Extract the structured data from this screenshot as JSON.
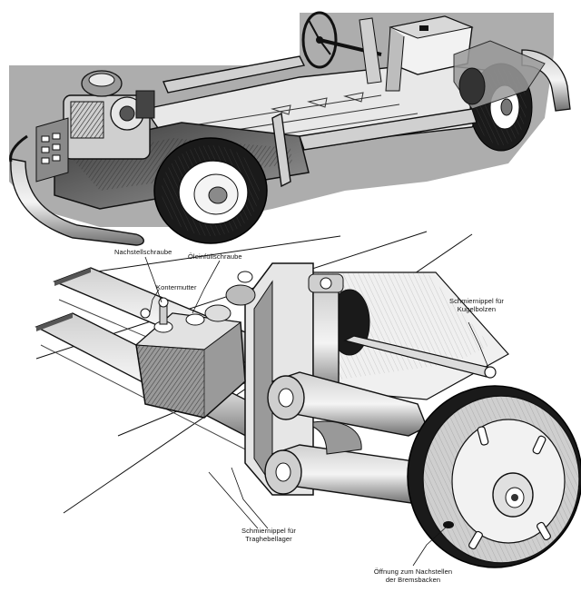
{
  "labels": {
    "nachstellschraube": "Nachstellschraube",
    "oeleinfuellschraube": "Öleinfüllschraube",
    "kontermutter": "Kontermutter",
    "schmiernippel_kugel_line1": "Schmiernippel für",
    "schmiernippel_kugel_line2": "Kugelbolzen",
    "schmiernippel_trag_line1": "Schmiernippel für",
    "schmiernippel_trag_line2": "Traghebellager",
    "oeffnung_line1": "Öffnung zum Nachstellen",
    "oeffnung_line2": "der Bremsbacken"
  },
  "colors": {
    "ink": "#111111",
    "paper": "#ffffff",
    "shade": "#6a6a6a",
    "mid": "#a8a8a8",
    "light": "#d9d9d9"
  }
}
